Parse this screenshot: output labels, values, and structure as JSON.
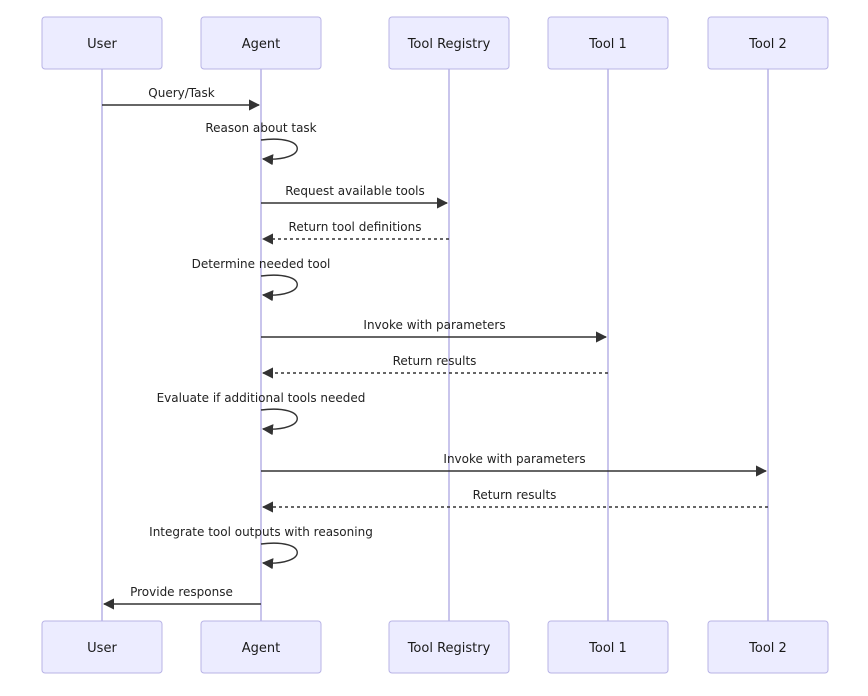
{
  "participants": [
    {
      "id": "user",
      "label": "User"
    },
    {
      "id": "agent",
      "label": "Agent"
    },
    {
      "id": "registry",
      "label": "Tool Registry"
    },
    {
      "id": "tool1",
      "label": "Tool 1"
    },
    {
      "id": "tool2",
      "label": "Tool 2"
    }
  ],
  "messages": [
    {
      "from": "user",
      "to": "agent",
      "label": "Query/Task",
      "style": "solid"
    },
    {
      "from": "agent",
      "to": "agent",
      "label": "Reason about task",
      "style": "self"
    },
    {
      "from": "agent",
      "to": "registry",
      "label": "Request available tools",
      "style": "solid"
    },
    {
      "from": "registry",
      "to": "agent",
      "label": "Return tool definitions",
      "style": "dashed"
    },
    {
      "from": "agent",
      "to": "agent",
      "label": "Determine needed tool",
      "style": "self"
    },
    {
      "from": "agent",
      "to": "tool1",
      "label": "Invoke with parameters",
      "style": "solid"
    },
    {
      "from": "tool1",
      "to": "agent",
      "label": "Return results",
      "style": "dashed"
    },
    {
      "from": "agent",
      "to": "agent",
      "label": "Evaluate if additional tools needed",
      "style": "self"
    },
    {
      "from": "agent",
      "to": "tool2",
      "label": "Invoke with parameters",
      "style": "solid"
    },
    {
      "from": "tool2",
      "to": "agent",
      "label": "Return results",
      "style": "dashed"
    },
    {
      "from": "agent",
      "to": "agent",
      "label": "Integrate tool outputs with reasoning",
      "style": "self"
    },
    {
      "from": "agent",
      "to": "user",
      "label": "Provide response",
      "style": "solid"
    }
  ]
}
